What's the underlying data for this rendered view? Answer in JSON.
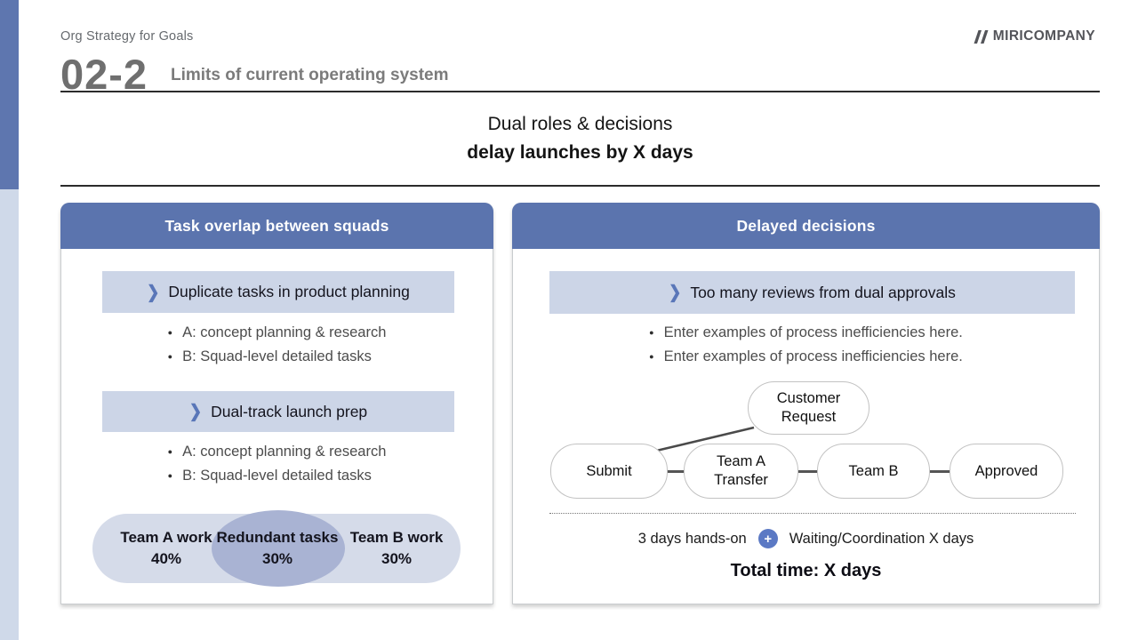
{
  "page": {
    "eyebrow": "Org Strategy for Goals",
    "section_number": "02-2",
    "section_title": "Limits of current operating system",
    "title_line1": "Dual roles & decisions",
    "title_line2": "delay launches by X days",
    "brand": "MIRICOMPANY"
  },
  "icons": {
    "chevron_glyph": "❯",
    "logo_mark": "double-slash"
  },
  "colors": {
    "accent_header": "#5b74ae",
    "stripe_top": "#5e76af",
    "stripe_bottom": "#cfd9e9",
    "highlight_bg": "#ccd5e7",
    "chevron": "#5976b8",
    "venn_pill": "#d5dbe9",
    "venn_overlap": "#a9b3d3",
    "plus_badge": "#5b79c4"
  },
  "left_panel": {
    "header": "Task overlap between squads",
    "items": [
      {
        "highlight": "Duplicate tasks in product planning",
        "bullets": [
          "A: concept planning & research",
          "B: Squad-level detailed tasks"
        ]
      },
      {
        "highlight": "Dual-track launch prep",
        "bullets": [
          "A: concept planning & research",
          "B: Squad-level detailed tasks"
        ]
      }
    ],
    "venn": {
      "left_label": "Team A work",
      "left_value": "40%",
      "center_label": "Redundant tasks",
      "center_value": "30%",
      "right_label": "Team B work",
      "right_value": "30%"
    }
  },
  "right_panel": {
    "header": "Delayed decisions",
    "highlight": "Too many reviews from dual approvals",
    "bullets": [
      "Enter examples of process inefficiencies here.",
      "Enter examples of process inefficiencies here."
    ],
    "flow": {
      "top_node": "Customer Request",
      "nodes": [
        "Submit",
        "Team A Transfer",
        "Team B",
        "Approved"
      ]
    },
    "summary": {
      "hands_on": "3 days hands-on",
      "plus_symbol": "+",
      "waiting": "Waiting/Coordination X days",
      "total": "Total time: X days"
    }
  }
}
